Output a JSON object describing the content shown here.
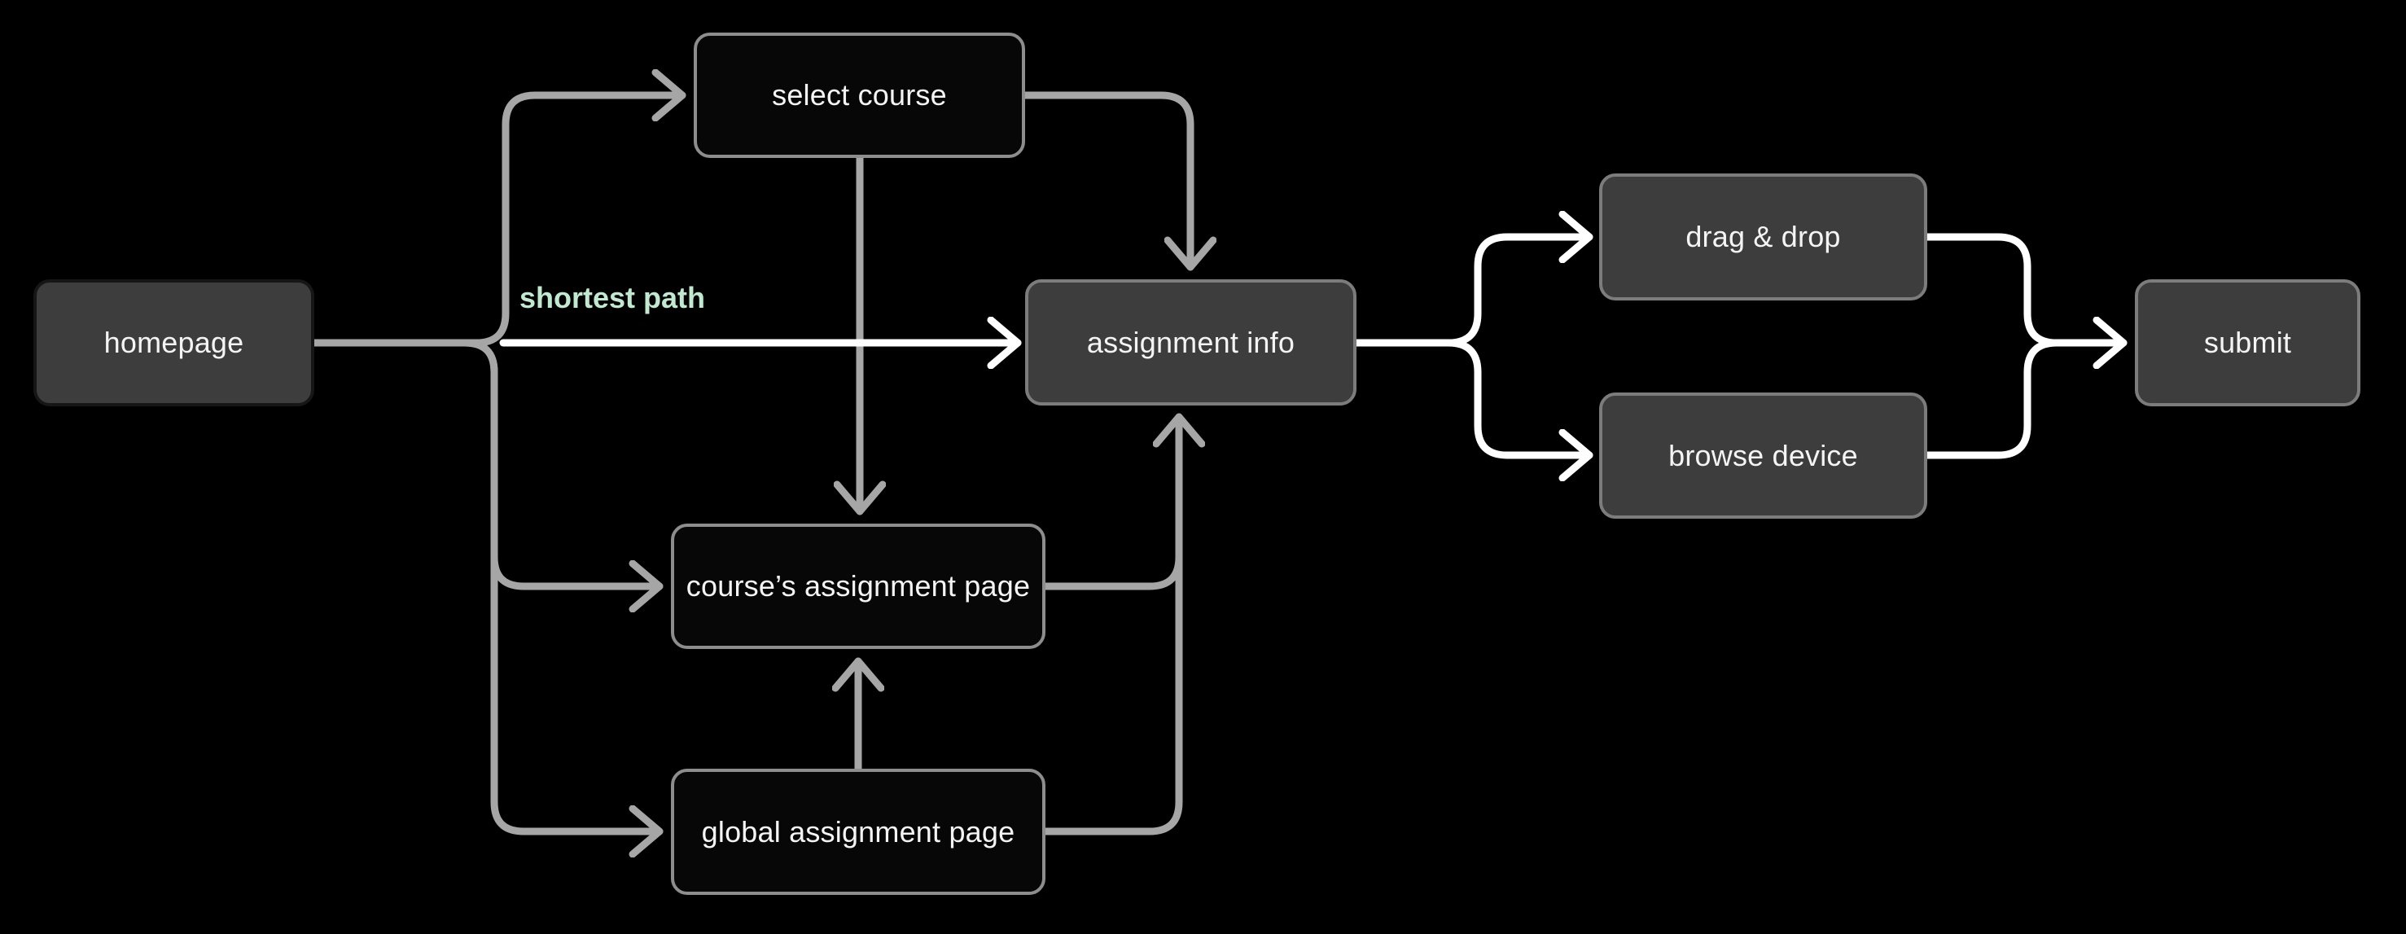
{
  "diagram": {
    "nodes": [
      {
        "id": "homepage",
        "label": "homepage",
        "style": "filled"
      },
      {
        "id": "select-course",
        "label": "select course",
        "style": "outlined"
      },
      {
        "id": "assignment-info",
        "label": "assignment info",
        "style": "filled"
      },
      {
        "id": "courses-page",
        "label": "course’s assignment page",
        "style": "outlined"
      },
      {
        "id": "global-page",
        "label": "global assignment page",
        "style": "outlined"
      },
      {
        "id": "drag-drop",
        "label": "drag & drop",
        "style": "filled"
      },
      {
        "id": "browse-device",
        "label": "browse device",
        "style": "filled"
      },
      {
        "id": "submit",
        "label": "submit",
        "style": "filled"
      }
    ],
    "edge_label": "shortest path",
    "edges": [
      {
        "from": "homepage",
        "to": "select-course",
        "color": "gray",
        "label": ""
      },
      {
        "from": "homepage",
        "to": "assignment-info",
        "color": "white",
        "label": "shortest path"
      },
      {
        "from": "homepage",
        "to": "courses-page",
        "color": "gray",
        "label": ""
      },
      {
        "from": "homepage",
        "to": "global-page",
        "color": "gray",
        "label": ""
      },
      {
        "from": "select-course",
        "to": "courses-page",
        "color": "gray",
        "label": ""
      },
      {
        "from": "select-course",
        "to": "assignment-info",
        "color": "gray",
        "label": ""
      },
      {
        "from": "courses-page",
        "to": "assignment-info",
        "color": "gray",
        "label": ""
      },
      {
        "from": "global-page",
        "to": "assignment-info",
        "color": "gray",
        "label": ""
      },
      {
        "from": "global-page",
        "to": "courses-page",
        "color": "gray",
        "label": ""
      },
      {
        "from": "assignment-info",
        "to": "drag-drop",
        "color": "white",
        "label": ""
      },
      {
        "from": "assignment-info",
        "to": "browse-device",
        "color": "white",
        "label": ""
      },
      {
        "from": "drag-drop",
        "to": "submit",
        "color": "white",
        "label": ""
      },
      {
        "from": "browse-device",
        "to": "submit",
        "color": "white",
        "label": ""
      }
    ],
    "colors": {
      "background": "#000000",
      "node_filled_fill": "#3d3d3d",
      "node_filled_border": "#7c7c7c",
      "homepage_border": "#161616",
      "node_outlined_fill": "#070707",
      "node_outlined_border": "#8d8d8d",
      "edge_gray": "#a6a6a6",
      "edge_white": "#ffffff",
      "edge_label_green": "#c3e8d1",
      "text": "#f4f4f4"
    }
  }
}
